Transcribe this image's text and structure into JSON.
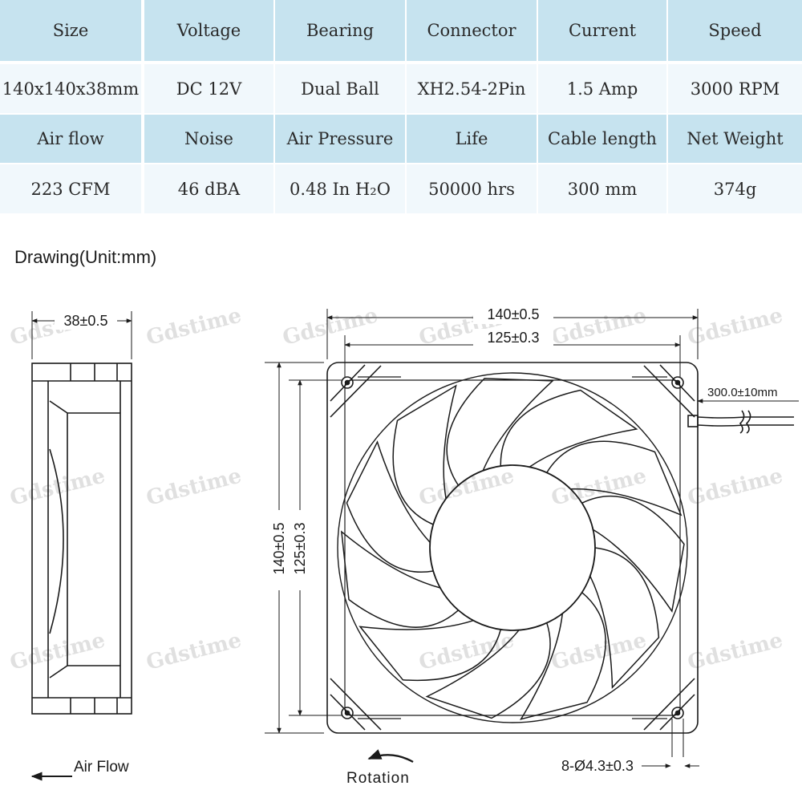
{
  "spec_table": {
    "rows": [
      {
        "kind": "head",
        "cells": [
          "Size",
          "Voltage",
          "Bearing",
          "Connector",
          "Current",
          "Speed"
        ]
      },
      {
        "kind": "val",
        "cells": [
          "140x140x38mm",
          "DC 12V",
          "Dual Ball",
          "XH2.54-2Pin",
          "1.5 Amp",
          "3000 RPM"
        ]
      },
      {
        "kind": "head",
        "cells": [
          "Air flow",
          "Noise",
          "Air Pressure",
          "Life",
          "Cable length",
          "Net Weight"
        ]
      },
      {
        "kind": "val",
        "cells": [
          "223 CFM",
          "46 dBA",
          "0.48 In H₂O",
          "50000 hrs",
          "300 mm",
          "374g"
        ]
      }
    ]
  },
  "drawing": {
    "title": "Drawing(Unit:mm)",
    "side_depth": "38±0.5",
    "width_outer": "140±0.5",
    "width_inner": "125±0.3",
    "height_outer": "140±0.5",
    "height_inner": "125±0.3",
    "cable": "300.0±10mm",
    "holes": "8-Ø4.3±0.3",
    "air_flow": "Air Flow",
    "rotation": "Rotation",
    "watermark": "Gdstime"
  },
  "colors": {
    "header_bg": "#c6e3ef",
    "value_bg": "#f1f8fc",
    "line": "#1a1a1a"
  }
}
